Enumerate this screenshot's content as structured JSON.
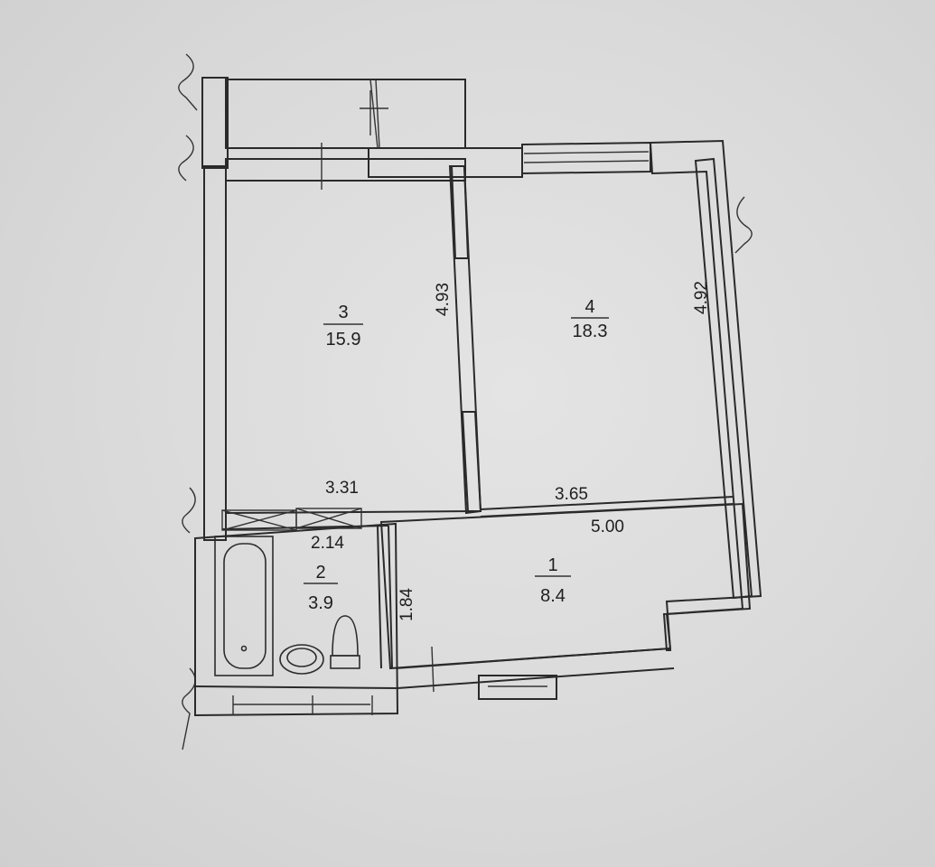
{
  "rooms": [
    {
      "number": "3",
      "area": "15.9"
    },
    {
      "number": "4",
      "area": "18.3"
    },
    {
      "number": "2",
      "area": "3.9"
    },
    {
      "number": "1",
      "area": "8.4"
    }
  ],
  "dimensions": {
    "room3_height": "4.93",
    "room4_height": "4.92",
    "room3_width": "3.31",
    "room4_width": "3.65",
    "hall_width": "5.00",
    "bath_width": "2.14",
    "hall_height": "1.84"
  }
}
